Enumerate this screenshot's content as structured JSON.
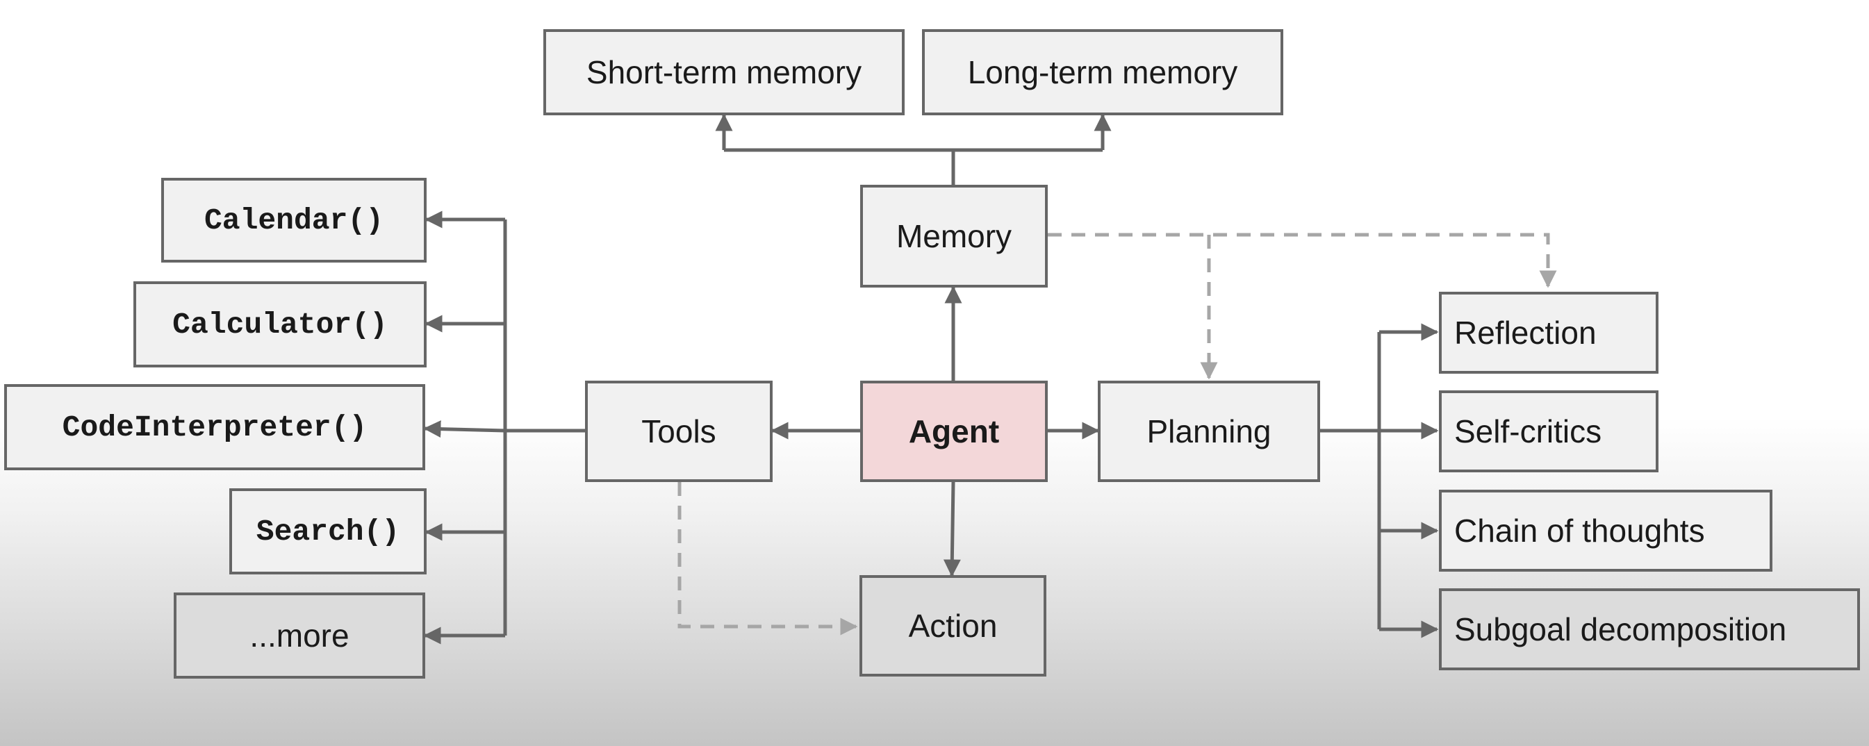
{
  "nodes": {
    "short_term_memory": "Short-term memory",
    "long_term_memory": "Long-term memory",
    "memory": "Memory",
    "agent": "Agent",
    "tools": "Tools",
    "action": "Action",
    "planning": "Planning",
    "calendar": "Calendar()",
    "calculator": "Calculator()",
    "code_interpreter": "CodeInterpreter()",
    "search": "Search()",
    "more": "...more",
    "reflection": "Reflection",
    "self_critics": "Self-critics",
    "chain_of_thoughts": "Chain of thoughts",
    "subgoal_decomposition": "Subgoal decomposition"
  },
  "colors": {
    "solid_line": "#666666",
    "dashed_line": "#a6a6a6",
    "box_fill": "#f1f1f1",
    "agent_fill": "#f3d7d9"
  }
}
